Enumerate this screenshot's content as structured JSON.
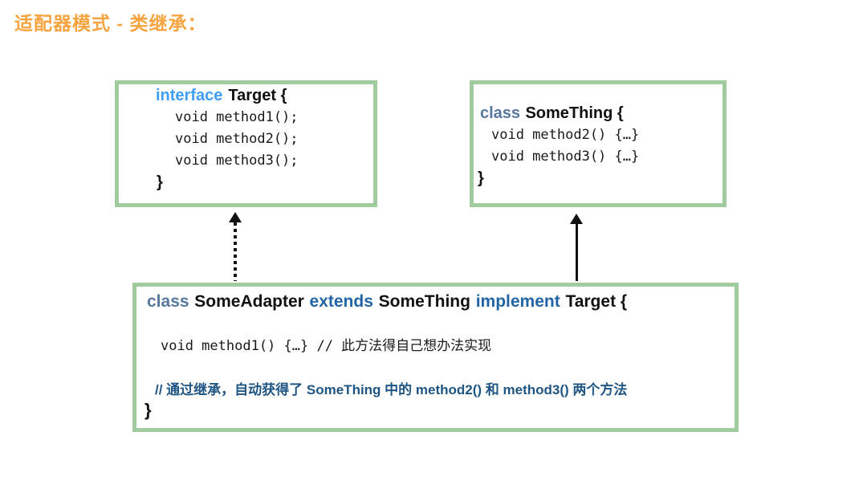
{
  "page": {
    "title": "适配器模式 - 类继承："
  },
  "colors": {
    "accent_orange": "#F7A440",
    "box_border_green": "#9FCB9F",
    "interface_keyword_blue": "#3F9EF5",
    "class_keyword_steel_blue": "#56789F",
    "extends_implement_blue": "#2264A5",
    "comment_dark_blue": "#1F5582",
    "code_text_black": "#1A1A1A"
  },
  "boxes": {
    "target": {
      "keyword": "interface",
      "name": "Target {",
      "lines": [
        "void method1();",
        "void method2();",
        "void method3();"
      ],
      "close": "}"
    },
    "something": {
      "keyword": "class",
      "name": "SomeThing {",
      "lines": [
        "void method2() {…}",
        "void method3() {…}"
      ],
      "close": "}"
    },
    "adapter": {
      "header": [
        "class",
        "SomeAdapter",
        "extends",
        "SomeThing",
        "implement",
        "Target {"
      ],
      "line1": "void method1() {…} // 此方法得自己想办法实现",
      "comment": "// 通过继承，自动获得了 SomeThing 中的 method2() 和 method3() 两个方法",
      "close": "}"
    }
  },
  "arrows": {
    "implements": {
      "style": "dotted",
      "from": "SomeAdapter",
      "to": "Target"
    },
    "extends": {
      "style": "solid",
      "from": "SomeAdapter",
      "to": "SomeThing"
    }
  }
}
